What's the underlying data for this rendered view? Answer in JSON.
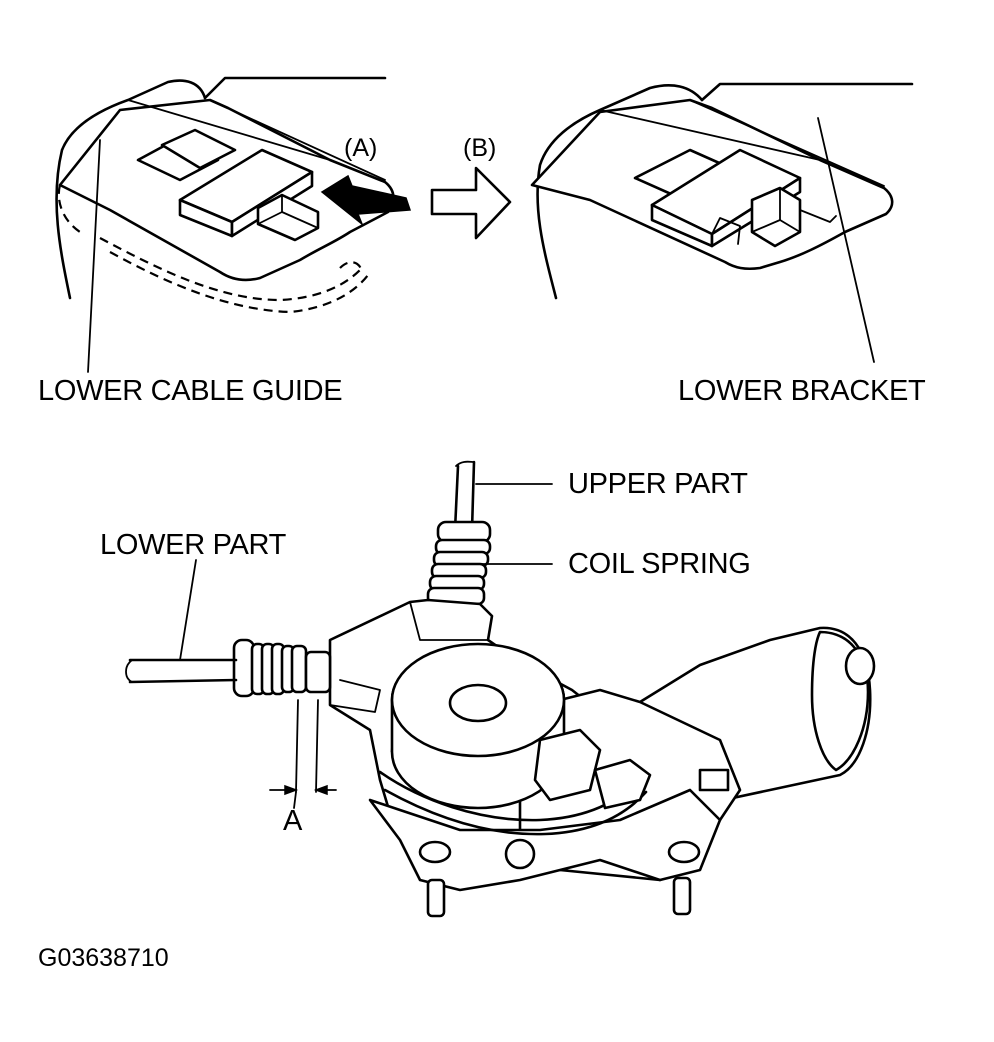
{
  "labels": {
    "view_a": "(A)",
    "view_b": "(B)",
    "lower_cable_guide": "LOWER CABLE GUIDE",
    "lower_bracket": "LOWER BRACKET",
    "upper_part": "UPPER PART",
    "coil_spring": "COIL SPRING",
    "lower_part": "LOWER PART",
    "dimension_a": "A",
    "figure_code": "G03638710"
  },
  "colors": {
    "ink": "#000000",
    "background": "#ffffff"
  }
}
